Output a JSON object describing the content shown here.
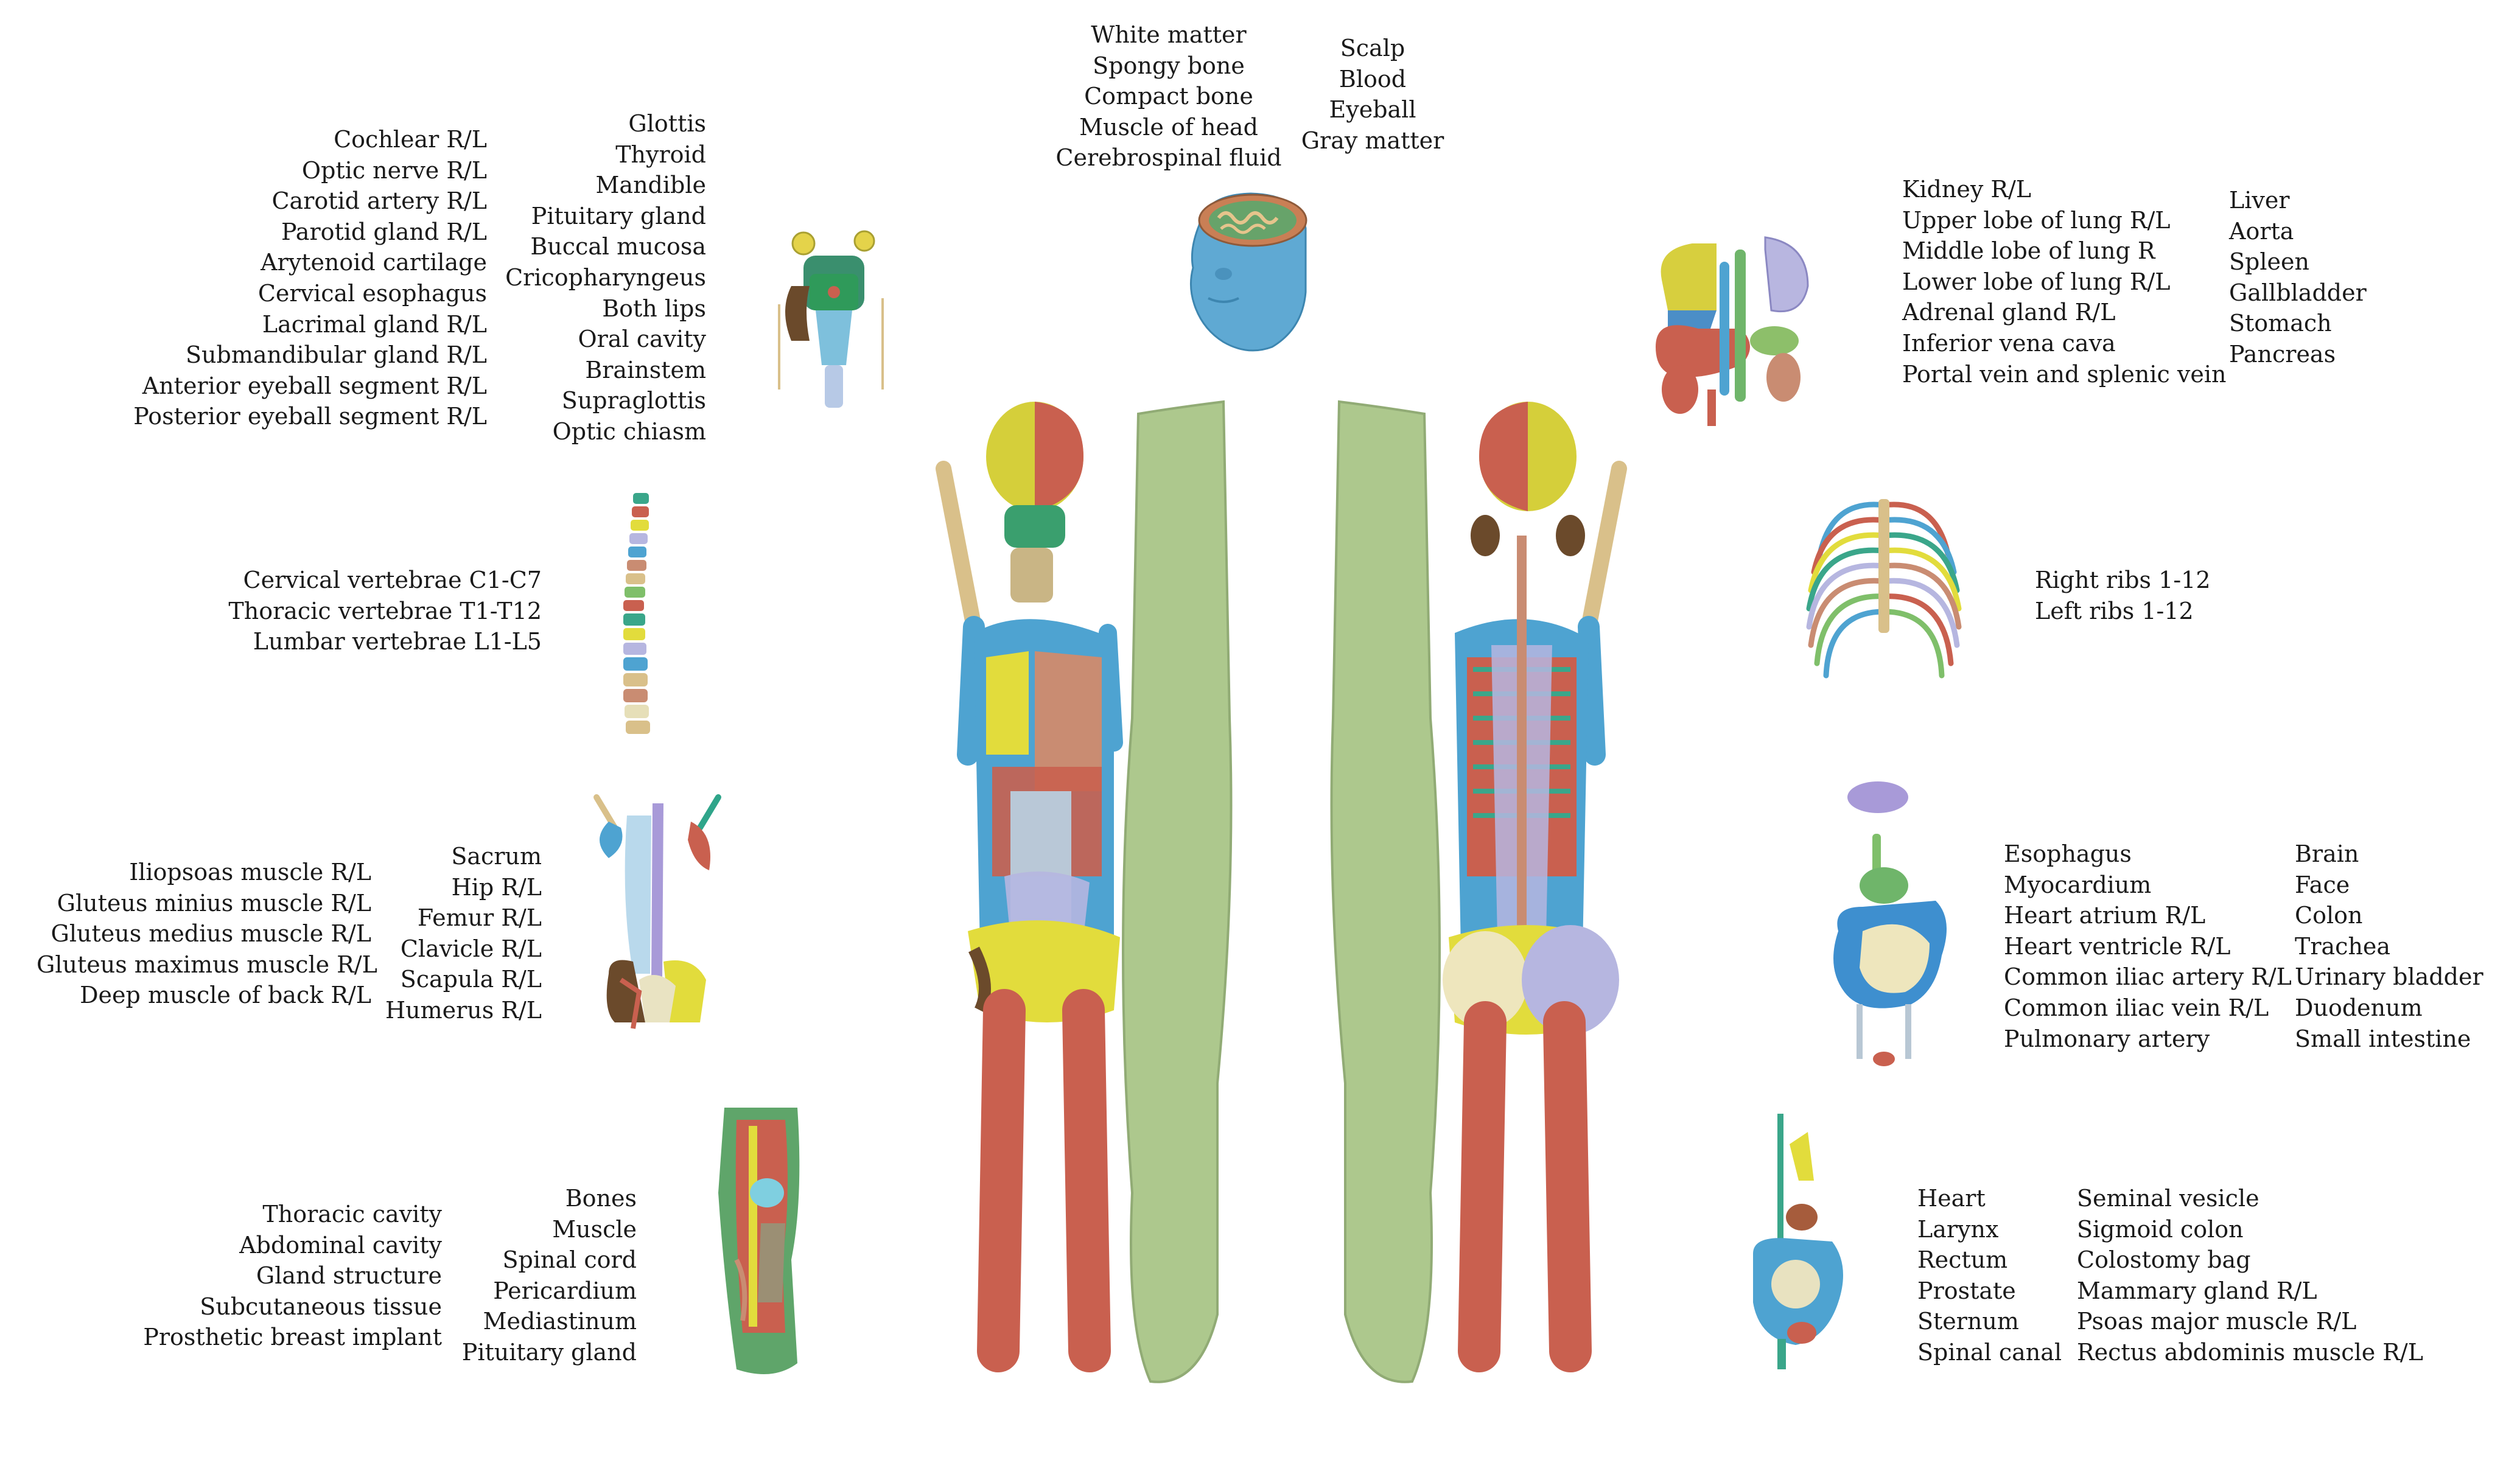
{
  "groups": {
    "head_a": [
      "White matter",
      "Spongy bone",
      "Compact bone",
      "Muscle of head",
      "Cerebrospinal fluid"
    ],
    "head_b": [
      "Scalp",
      "Blood",
      "Eyeball",
      "Gray matter"
    ],
    "headneck_a": [
      "Cochlear R/L",
      "Optic nerve R/L",
      "Carotid artery R/L",
      "Parotid gland R/L",
      "Arytenoid cartilage",
      "Cervical esophagus",
      "Lacrimal gland R/L",
      "Submandibular gland R/L",
      "Anterior eyeball segment R/L",
      "Posterior eyeball segment R/L"
    ],
    "headneck_b": [
      "Glottis",
      "Thyroid",
      "Mandible",
      "Pituitary gland",
      "Buccal mucosa",
      "Cricopharyngeus",
      "Both lips",
      "Oral cavity",
      "Brainstem",
      "Supraglottis",
      "Optic chiasm"
    ],
    "abdomen_a": [
      "Kidney R/L",
      "Upper lobe of lung R/L",
      "Middle lobe of lung R",
      "Lower lobe of lung R/L",
      "Adrenal gland R/L",
      "Inferior vena cava",
      "Portal vein and splenic vein"
    ],
    "abdomen_b": [
      "Liver",
      "Aorta",
      "Spleen",
      "Gallbladder",
      "Stomach",
      "Pancreas"
    ],
    "spine": [
      "Cervical vertebrae C1-C7",
      "Thoracic vertebrae T1-T12",
      "Lumbar vertebrae L1-L5"
    ],
    "ribs": [
      "Right ribs 1-12",
      "Left ribs 1-12"
    ],
    "pelvis_a": [
      "Iliopsoas muscle R/L",
      "Gluteus minius muscle R/L",
      "Gluteus medius muscle R/L",
      "Gluteus maximus muscle R/L",
      "Deep muscle of back R/L"
    ],
    "pelvis_b": [
      "Sacrum",
      "Hip R/L",
      "Femur R/L",
      "Clavicle R/L",
      "Scapula R/L",
      "Humerus R/L"
    ],
    "organs_a": [
      "Esophagus",
      "Myocardium",
      "Heart atrium R/L",
      "Heart ventricle R/L",
      "Common iliac artery R/L",
      "Common iliac vein R/L",
      "Pulmonary artery"
    ],
    "organs_b": [
      "Brain",
      "Face",
      "Colon",
      "Trachea",
      "Urinary bladder",
      "Duodenum",
      "Small intestine"
    ],
    "tissue_a": [
      "Thoracic cavity",
      "Abdominal cavity",
      "Gland structure",
      "Subcutaneous tissue",
      "Prosthetic breast implant"
    ],
    "tissue_b": [
      "Bones",
      "Muscle",
      "Spinal cord",
      "Pericardium",
      "Mediastinum",
      "Pituitary gland"
    ],
    "pelvic_a": [
      "Heart",
      "Larynx",
      "Rectum",
      "Prostate",
      "Sternum",
      "Spinal canal"
    ],
    "pelvic_b": [
      "Seminal vesicle",
      "Sigmoid colon",
      "Colostomy bag",
      "Mammary gland R/L",
      "Psoas major muscle R/L",
      "Rectus abdominis muscle R/L"
    ]
  },
  "colors": {
    "bone": "#d9c08a",
    "muscle": "#c9604f",
    "blue": "#4ea3d1",
    "green": "#9fbf7a",
    "yellow": "#e2dc3c",
    "lavender": "#b6b6e0",
    "teal": "#2fa58a"
  }
}
